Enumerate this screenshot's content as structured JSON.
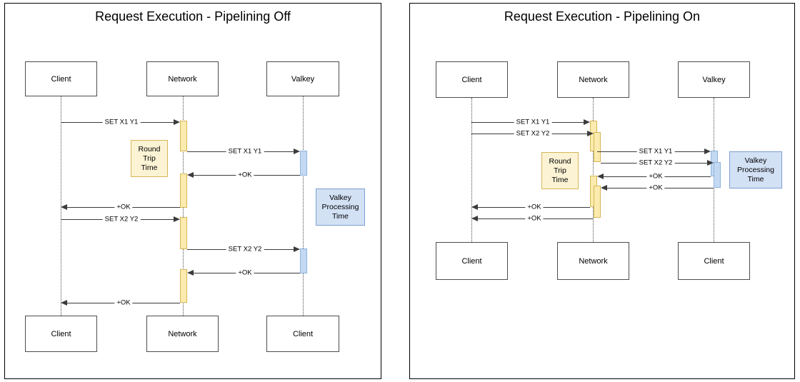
{
  "panels": [
    {
      "id": "pipelining-off",
      "title": "Request Execution - Pipelining Off",
      "top_boxes": [
        {
          "label": "Client"
        },
        {
          "label": "Network"
        },
        {
          "label": "Valkey"
        }
      ],
      "bottom_boxes": [
        {
          "label": "Client"
        },
        {
          "label": "Network"
        },
        {
          "label": "Client"
        }
      ],
      "notes": [
        {
          "label": "Round\nTrip\nTime",
          "lines": [
            "Round",
            "Trip",
            "Time"
          ],
          "kind": "round-trip-time"
        },
        {
          "label": "Valkey\nProcessing\nTime",
          "lines": [
            "Valkey",
            "Processing",
            "Time"
          ],
          "kind": "valkey-processing-time"
        }
      ],
      "messages": [
        {
          "label": "SET X1 Y1",
          "from": "Client",
          "to": "Network",
          "dir": "right"
        },
        {
          "label": "SET X1 Y1",
          "from": "Network",
          "to": "Valkey",
          "dir": "right"
        },
        {
          "label": "+OK",
          "from": "Valkey",
          "to": "Network",
          "dir": "left"
        },
        {
          "label": "+OK",
          "from": "Network",
          "to": "Client",
          "dir": "left"
        },
        {
          "label": "SET X2 Y2",
          "from": "Client",
          "to": "Network",
          "dir": "right"
        },
        {
          "label": "SET X2 Y2",
          "from": "Network",
          "to": "Valkey",
          "dir": "right"
        },
        {
          "label": "+OK",
          "from": "Valkey",
          "to": "Network",
          "dir": "left"
        },
        {
          "label": "+OK",
          "from": "Network",
          "to": "Client",
          "dir": "left"
        }
      ]
    },
    {
      "id": "pipelining-on",
      "title": "Request Execution - Pipelining On",
      "top_boxes": [
        {
          "label": "Client"
        },
        {
          "label": "Network"
        },
        {
          "label": "Valkey"
        }
      ],
      "bottom_boxes": [
        {
          "label": "Client"
        },
        {
          "label": "Network"
        },
        {
          "label": "Client"
        }
      ],
      "notes": [
        {
          "label": "Round\nTrip\nTime",
          "lines": [
            "Round",
            "Trip",
            "Time"
          ],
          "kind": "round-trip-time"
        },
        {
          "label": "Valkey\nProcessing\nTime",
          "lines": [
            "Valkey",
            "Processing",
            "Time"
          ],
          "kind": "valkey-processing-time"
        }
      ],
      "messages": [
        {
          "label": "SET X1 Y1",
          "from": "Client",
          "to": "Network",
          "dir": "right"
        },
        {
          "label": "SET X2 Y2",
          "from": "Client",
          "to": "Network",
          "dir": "right"
        },
        {
          "label": "SET X1 Y1",
          "from": "Network",
          "to": "Valkey",
          "dir": "right"
        },
        {
          "label": "SET X2 Y2",
          "from": "Network",
          "to": "Valkey",
          "dir": "right"
        },
        {
          "label": "+OK",
          "from": "Valkey",
          "to": "Network",
          "dir": "left"
        },
        {
          "label": "+OK",
          "from": "Valkey",
          "to": "Network",
          "dir": "left"
        },
        {
          "label": "+OK",
          "from": "Network",
          "to": "Client",
          "dir": "left"
        },
        {
          "label": "+OK",
          "from": "Network",
          "to": "Client",
          "dir": "left"
        }
      ]
    }
  ],
  "colors": {
    "activation_network": "#fcebae",
    "activation_network_border": "#d6b656",
    "activation_valkey": "#c3d9f2",
    "activation_valkey_border": "#8fb3de",
    "note_round_trip": "#fcf3d4",
    "note_valkey": "#d3e1f5",
    "line": "#3b3b3b",
    "lifeline": "#4d4d4d",
    "background": "#ffffff"
  },
  "labels": {
    "l_t0": "Client",
    "l_t1": "Network",
    "l_t2": "Valkey",
    "l_b0": "Client",
    "l_b1": "Network",
    "l_b2": "Client",
    "r_t0": "Client",
    "r_t1": "Network",
    "r_t2": "Valkey",
    "r_b0": "Client",
    "r_b1": "Network",
    "r_b2": "Client",
    "rtt1": "Round",
    "rtt2": "Trip",
    "rtt3": "Time",
    "vpt1": "Valkey",
    "vpt2": "Processing",
    "vpt3": "Time",
    "set1": "SET X1 Y1",
    "set2": "SET X2 Y2",
    "ok": "+OK"
  }
}
